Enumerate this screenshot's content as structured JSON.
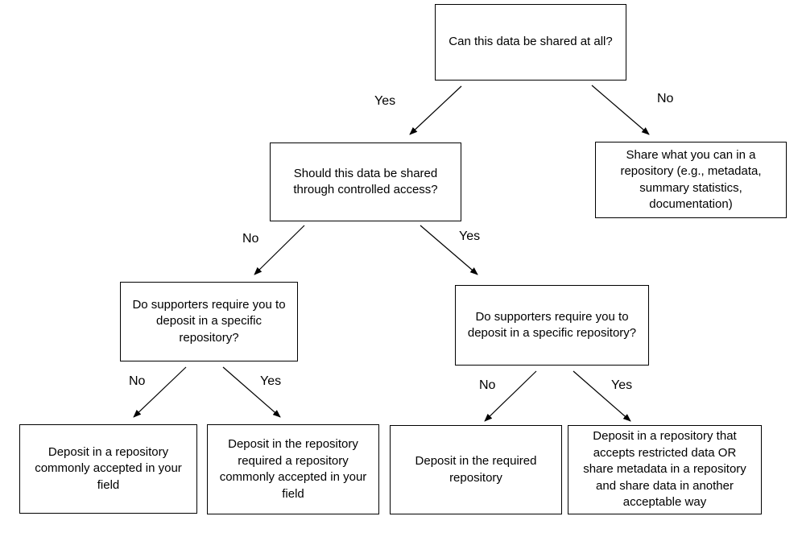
{
  "nodes": {
    "q_share_at_all": "Can this data be shared at all?",
    "share_what_you_can": "Share what you can in a repository (e.g., metadata, summary statistics, documentation)",
    "q_controlled_access": "Should this data be shared through controlled access?",
    "q_supporters_left": "Do supporters require you to deposit in a specific repository?",
    "q_supporters_right": "Do supporters require you to deposit in a specific repository?",
    "deposit_common": "Deposit in a repository commonly accepted in your field",
    "deposit_required_common": "Deposit in the repository required a repository commonly accepted in your field",
    "deposit_required": "Deposit in the required repository",
    "deposit_restricted": "Deposit in a repository that accepts restricted data OR share metadata in a repository and share data in another acceptable way"
  },
  "edge_labels": {
    "yes": "Yes",
    "no": "No"
  },
  "edges": [
    {
      "from": "q_share_at_all",
      "to": "q_controlled_access",
      "label": "Yes"
    },
    {
      "from": "q_share_at_all",
      "to": "share_what_you_can",
      "label": "No"
    },
    {
      "from": "q_controlled_access",
      "to": "q_supporters_left",
      "label": "No"
    },
    {
      "from": "q_controlled_access",
      "to": "q_supporters_right",
      "label": "Yes"
    },
    {
      "from": "q_supporters_left",
      "to": "deposit_common",
      "label": "No"
    },
    {
      "from": "q_supporters_left",
      "to": "deposit_required_common",
      "label": "Yes"
    },
    {
      "from": "q_supporters_right",
      "to": "deposit_required",
      "label": "No"
    },
    {
      "from": "q_supporters_right",
      "to": "deposit_restricted",
      "label": "Yes"
    }
  ]
}
